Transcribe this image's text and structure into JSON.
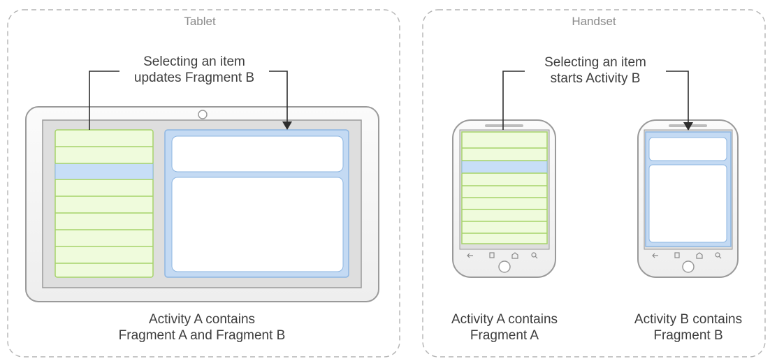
{
  "tablet": {
    "title": "Tablet",
    "annotation_line1": "Selecting an item",
    "annotation_line2": "updates Fragment B",
    "caption_line1": "Activity A contains",
    "caption_line2": "Fragment A and Fragment B"
  },
  "handset": {
    "title": "Handset",
    "annotation_line1": "Selecting an item",
    "annotation_line2": "starts Activity B",
    "phone_a_caption_line1": "Activity A contains",
    "phone_a_caption_line2": "Fragment A",
    "phone_b_caption_line1": "Activity B contains",
    "phone_b_caption_line2": "Fragment B"
  },
  "colors": {
    "list_fill": "#effbdc",
    "list_line": "#a6d36a",
    "selected_row": "#c7def7",
    "fragment_b_frame": "#c4daf3",
    "fragment_b_border": "#8db6e2",
    "device_outline": "#9a9a9a",
    "panel_dash": "#b4b4b4",
    "arrow": "#2e2e2e"
  },
  "icons": {
    "arrow_head": "arrow-down-icon",
    "phone_nav": [
      "back-icon",
      "menu-icon",
      "home-icon",
      "search-icon"
    ]
  }
}
